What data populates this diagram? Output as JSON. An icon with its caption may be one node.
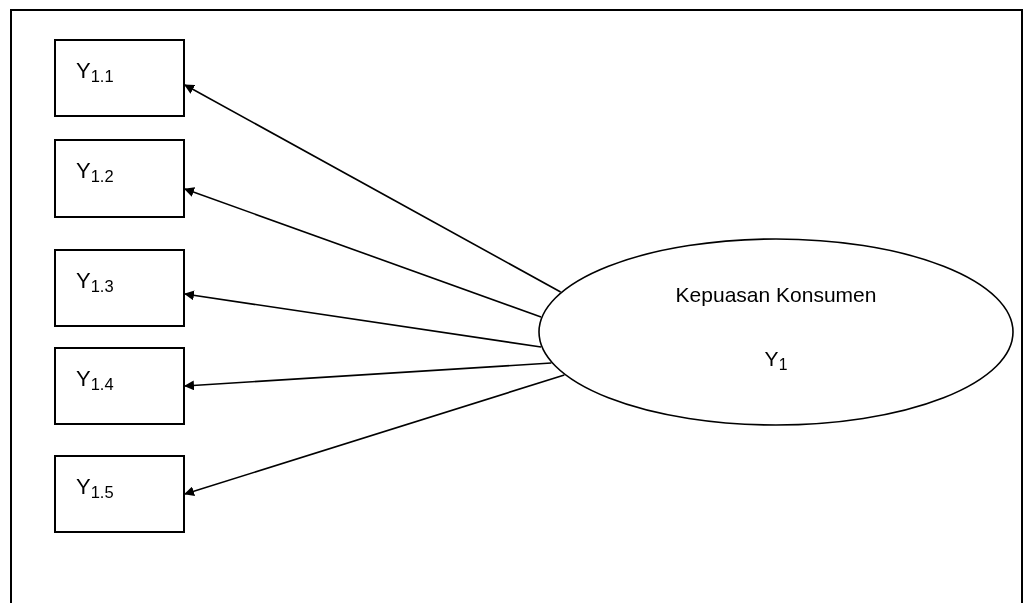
{
  "diagram": {
    "nodes": [
      {
        "text": [
          "Y$_{1.1}$"
        ]
      },
      {
        "text": [
          "Y$_{1.2}$"
        ]
      },
      {
        "text": [
          "Y$_{1.3}$"
        ]
      },
      {
        "text": [
          "Y$_{1.4}$"
        ]
      },
      {
        "text": [
          "Y$_{1.5}$"
        ]
      },
      {
        "text": [
          "Kepuasan Konsumen",
          "Y$_{1}$"
        ]
      }
    ],
    "edges": [
      {
        "from": 5,
        "to": 0,
        "arrow": "to"
      },
      {
        "from": 5,
        "to": 1,
        "arrow": "to"
      },
      {
        "from": 5,
        "to": 2,
        "arrow": "to"
      },
      {
        "from": 5,
        "to": 3,
        "arrow": "to"
      },
      {
        "from": 5,
        "to": 4,
        "arrow": "to"
      }
    ]
  }
}
